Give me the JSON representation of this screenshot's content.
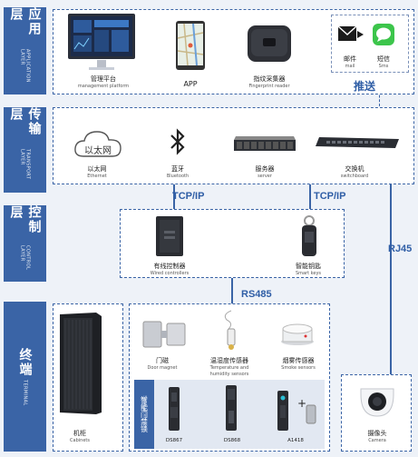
{
  "layers": {
    "application": {
      "zh": "应用层",
      "en": "APPLICATION LAYER"
    },
    "transport": {
      "zh": "传输层",
      "en": "TRANSPORT LAYER"
    },
    "control": {
      "zh": "控制层",
      "en": "CONTROL LAYER"
    },
    "terminal": {
      "zh": "终端",
      "en": "TERMINAL"
    }
  },
  "application": {
    "mgmt": {
      "zh": "管理平台",
      "en": "management platform"
    },
    "app": {
      "zh": "APP"
    },
    "fingerprint": {
      "zh": "指纹采集器",
      "en": "Fingerprint reader"
    },
    "mail": {
      "zh": "邮件",
      "en": "mail"
    },
    "sms": {
      "zh": "短信",
      "en": "Sms"
    },
    "push": "推送"
  },
  "transport": {
    "ethernet": {
      "zh": "以太网",
      "en": "Ethernet",
      "cloud": "以太网"
    },
    "bluetooth": {
      "zh": "蓝牙",
      "en": "Bluetooth"
    },
    "server": {
      "zh": "服务器",
      "en": "server"
    },
    "switch": {
      "zh": "交换机",
      "en": "switchboard"
    }
  },
  "protocols": {
    "tcp1": "TCP/IP",
    "tcp2": "TCP/IP",
    "rs485": "RS485",
    "rj45": "RJ45"
  },
  "control": {
    "wired": {
      "zh": "有线控制器",
      "en": "Wired controllers"
    },
    "keys": {
      "zh": "智能钥匙",
      "en": "Smart keys"
    }
  },
  "terminal": {
    "cabinet": {
      "zh": "机柜",
      "en": "Cabinets"
    },
    "magnet": {
      "zh": "门磁",
      "en": "Door magnet"
    },
    "temp": {
      "zh": "温湿度传感器",
      "en1": "Temperature and",
      "en2": "humidity sensors"
    },
    "smoke": {
      "zh": "烟雾传感器",
      "en": "Smoke sensors"
    },
    "lock_box": {
      "zh": "智能门禁锁",
      "en": "Smart access locks"
    },
    "locks": [
      "DS867",
      "DS868",
      "A1418"
    ],
    "camera": {
      "zh": "摄像头",
      "en": "Camera"
    }
  },
  "colors": {
    "band": "#3a64a6",
    "accent": "#2f5ea6"
  }
}
